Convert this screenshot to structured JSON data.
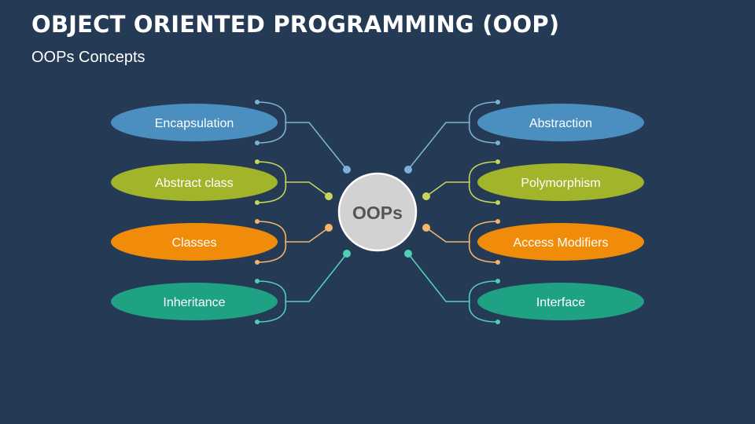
{
  "slide": {
    "title": "OBJECT ORIENTED PROGRAMMING (OOP)",
    "subtitle": "OOPs Concepts"
  },
  "hub": {
    "label": "OOPs"
  },
  "left_nodes": [
    {
      "label": "Encapsulation",
      "color": "#4a8fc0",
      "line": "#7ab3d6"
    },
    {
      "label": "Abstract class",
      "color": "#a2b52a",
      "line": "#c5d65a"
    },
    {
      "label": "Classes",
      "color": "#f08c0a",
      "line": "#f7b56b"
    },
    {
      "label": "Inheritance",
      "color": "#1fa184",
      "line": "#4fd0b6"
    }
  ],
  "right_nodes": [
    {
      "label": "Abstraction",
      "color": "#4a8fc0",
      "line": "#7ab3d6"
    },
    {
      "label": "Polymorphism",
      "color": "#a2b52a",
      "line": "#c5d65a"
    },
    {
      "label": "Access Modifiers",
      "color": "#f08c0a",
      "line": "#f7b56b"
    },
    {
      "label": "Interface",
      "color": "#1fa184",
      "line": "#4fd0b6"
    }
  ]
}
